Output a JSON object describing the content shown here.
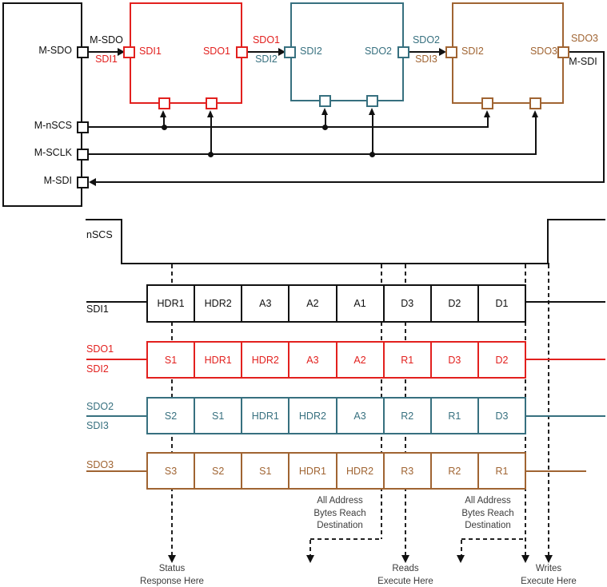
{
  "colors": {
    "device1_red": "#E2201E",
    "device2_teal": "#37707F",
    "device3_brown": "#A06432",
    "wire_black": "#111111",
    "annotation_text": "#3C3C3C"
  },
  "schematic": {
    "master_pins": [
      {
        "label": "M-SDO"
      },
      {
        "label": "M-nSCS"
      },
      {
        "label": "M-SCLK"
      },
      {
        "label": "M-SDI"
      }
    ],
    "devices": [
      {
        "input_pin": "SDI1",
        "output_pin": "SDO1"
      },
      {
        "input_pin": "SDI2",
        "output_pin": "SDO2"
      },
      {
        "input_pin": "SDI2",
        "output_pin": "SDO3"
      }
    ],
    "wire_labels": [
      {
        "above": "M-SDO",
        "below": "SDI1"
      },
      {
        "above": "SDO1",
        "below": "SDI2"
      },
      {
        "above": "SDO2",
        "below": "SDI3"
      },
      {
        "above": "SDO3",
        "below": "M-SDI"
      }
    ]
  },
  "timing": {
    "nscs_label": "nSCS",
    "rows": [
      {
        "labels": [
          "SDI1"
        ],
        "cells": [
          "HDR1",
          "HDR2",
          "A3",
          "A2",
          "A1",
          "D3",
          "D2",
          "D1"
        ]
      },
      {
        "labels": [
          "SDO1",
          "SDI2"
        ],
        "cells": [
          "S1",
          "HDR1",
          "HDR2",
          "A3",
          "A2",
          "R1",
          "D3",
          "D2"
        ]
      },
      {
        "labels": [
          "SDO2",
          "SDI3"
        ],
        "cells": [
          "S2",
          "S1",
          "HDR1",
          "HDR2",
          "A3",
          "R2",
          "R1",
          "D3"
        ]
      },
      {
        "labels": [
          "SDO3"
        ],
        "cells": [
          "S3",
          "S2",
          "S1",
          "HDR1",
          "HDR2",
          "R3",
          "R2",
          "R1"
        ]
      }
    ],
    "annotations": {
      "status": [
        "Status",
        "Response Here"
      ],
      "addr_dest_1": [
        "All Address",
        "Bytes Reach",
        "Destination"
      ],
      "reads": [
        "Reads",
        "Execute Here"
      ],
      "addr_dest_2": [
        "All Address",
        "Bytes Reach",
        "Destination"
      ],
      "writes": [
        "Writes",
        "Execute Here"
      ]
    }
  }
}
